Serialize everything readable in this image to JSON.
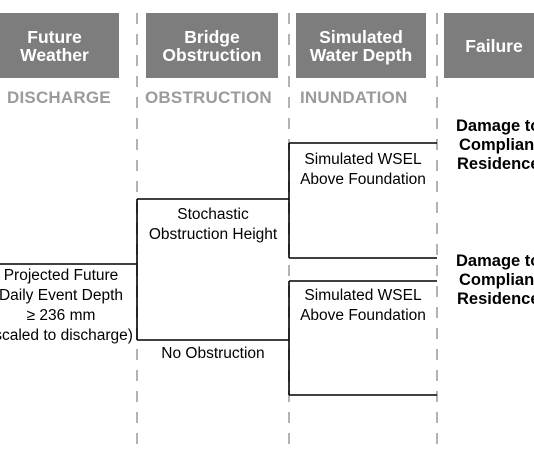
{
  "headers": [
    {
      "line1": "Future",
      "line2": "Weather"
    },
    {
      "line1": "Bridge",
      "line2": "Obstruction"
    },
    {
      "line1": "Simulated",
      "line2": "Water Depth"
    },
    {
      "line1": "Failure",
      "line2": ""
    }
  ],
  "categories": [
    "DISCHARGE",
    "OBSTRUCTION",
    "INUNDATION"
  ],
  "nodes": {
    "projected": [
      "Projected Future",
      "Daily Event Depth",
      "≥ 236 mm",
      "(scaled to discharge)"
    ],
    "stochastic": [
      "Stochastic",
      "Obstruction Height"
    ],
    "no_obstruction": "No Obstruction",
    "wsel_upper": [
      "Simulated WSEL",
      "Above Foundation"
    ],
    "wsel_lower": [
      "Simulated WSEL",
      "Above Foundation"
    ]
  },
  "failures": [
    [
      "Damage to",
      "Compliant",
      "Residence"
    ],
    [
      "Damage to",
      "Compliant",
      "Residence"
    ]
  ],
  "colors": {
    "header_bg": "#7d7d7d",
    "header_text": "#ffffff",
    "category_text": "#9b9b9b",
    "divider": "#b3b3b3",
    "line": "#000000"
  }
}
